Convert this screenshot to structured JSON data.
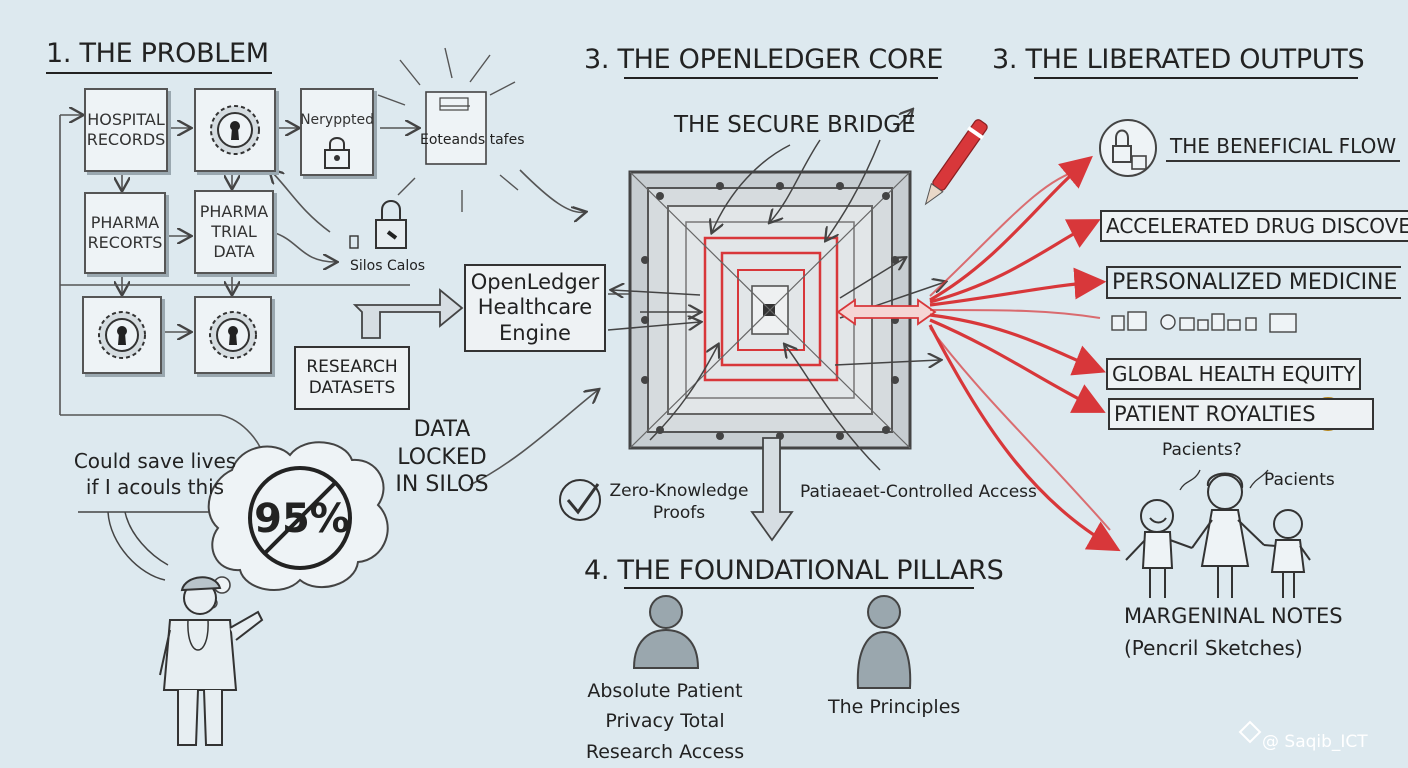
{
  "sections": {
    "problem": "1. THE PROBLEM",
    "core": "3. THE OPENLEDGER CORE",
    "outputs": "3. THE LIBERATED OUTPUTS",
    "pillars": "4. THE FOUNDATIONAL PILLARS"
  },
  "problem": {
    "hospital_records": "HOSPITAL RECORDS",
    "pharma_records": "PHARMA RECORTS",
    "pharma_trial": "PHARMA TRIAL DATA",
    "encrypted_label": "Neryppted",
    "burst_label": "Eoteands tafes",
    "silos_label": "Silos  Calos",
    "research_datasets": "RESEARCH DATASETS",
    "data_locked": "DATA LOCKED IN SILOS",
    "could_save": "Could save lives if I acouls this",
    "percent": "95%"
  },
  "core": {
    "secure_bridge": "THE SECURE BRIDGE",
    "engine": "OpenLedger Healthcare Engine",
    "zk_proofs": "Zero-Knowledge Proofs",
    "patient_access": "Patiaeaet-Controlled Access"
  },
  "outputs": {
    "beneficial_flow": "THE BENEFICIAL FLOW",
    "items": [
      "ACCELERATED DRUG DISCOVERY",
      "PERSONALIZED MEDICINE",
      "GLOBAL HEALTH EQUITY",
      "PATIENT ROYALTIES"
    ],
    "pacients_q": "Pacients?",
    "pacients": "Pacients",
    "marginal_notes": "MARGENINAL NOTES",
    "pencil_sketches": "(Pencril Sketches)"
  },
  "pillars": {
    "left_caption": "Absolute Patient Privacy Total Research Access",
    "right_caption": "The Principles"
  },
  "watermark": "@ Saqib_ICT",
  "colors": {
    "background": "#dde9ef",
    "accent_red": "#d8373a",
    "ink": "#333333"
  }
}
